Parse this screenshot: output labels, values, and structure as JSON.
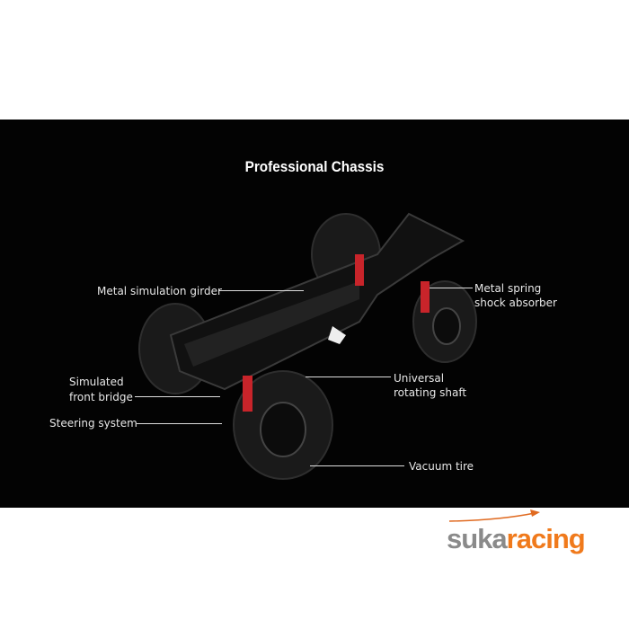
{
  "title": "Professional Chassis",
  "labels": {
    "girder": "Metal simulation girder",
    "shock_1": "Metal spring",
    "shock_2": "shock absorber",
    "bridge_1": "Simulated",
    "bridge_2": "front bridge",
    "shaft_1": "Universal",
    "shaft_2": "rotating shaft",
    "steering": "Steering system",
    "tire": "Vacuum tire"
  },
  "logo": {
    "part1": "suka",
    "part2": "racing"
  },
  "colors": {
    "panel": "#030303",
    "accent": "#f07a1c",
    "logo_gray": "#8a8a8a",
    "shock": "#c8242a"
  }
}
